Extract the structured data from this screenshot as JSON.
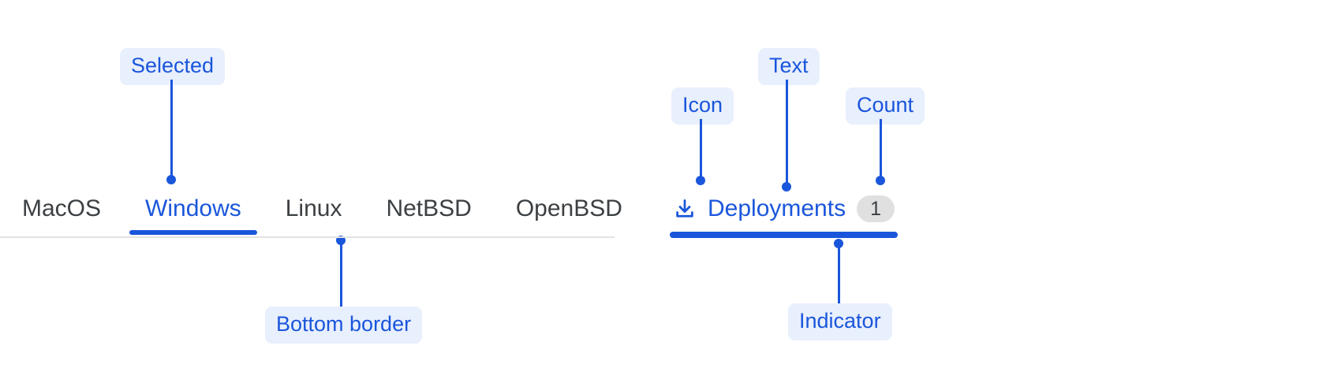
{
  "accent_color": "#1a56db",
  "callout_bg": "#e8effd",
  "tab_text_color": "#3c4043",
  "divider_color": "#e3e3e3",
  "badge_bg": "#e0e0e0",
  "tabs_left": {
    "items": [
      {
        "label": "MacOS",
        "active": false
      },
      {
        "label": "Windows",
        "active": true
      },
      {
        "label": "Linux",
        "active": false
      },
      {
        "label": "NetBSD",
        "active": false
      },
      {
        "label": "OpenBSD",
        "active": false
      }
    ],
    "selected": "Windows"
  },
  "tabs_right": {
    "icon": "download-icon",
    "label": "Deployments",
    "count": "1",
    "active": true
  },
  "annotations": [
    {
      "id": "selected",
      "label": "Selected",
      "points_to": "active-tab-label"
    },
    {
      "id": "bottom-border",
      "label": "Bottom border",
      "points_to": "tab-group-divider"
    },
    {
      "id": "icon",
      "label": "Icon",
      "points_to": "deployments-icon"
    },
    {
      "id": "text",
      "label": "Text",
      "points_to": "deployments-label"
    },
    {
      "id": "count",
      "label": "Count",
      "points_to": "deployments-count"
    },
    {
      "id": "indicator",
      "label": "Indicator",
      "points_to": "deployments-indicator"
    }
  ]
}
